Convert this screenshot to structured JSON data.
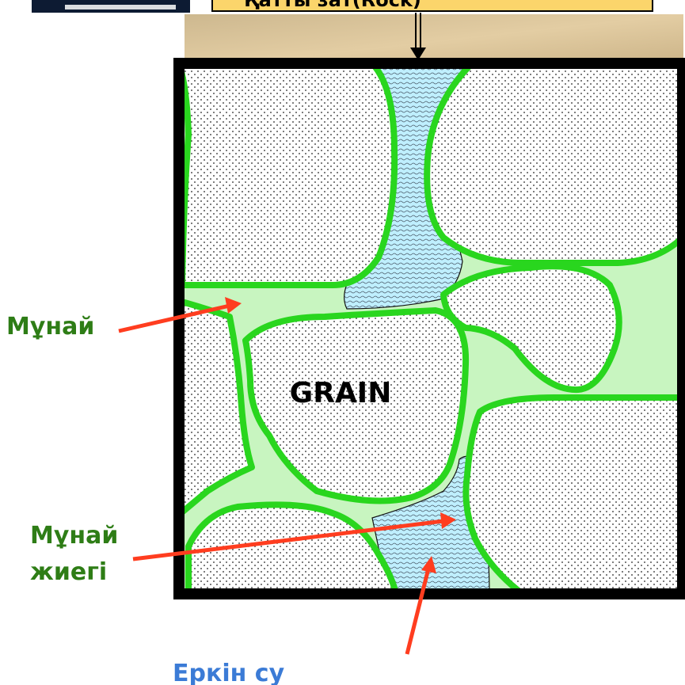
{
  "top_banner": {
    "text": "Қатты зат(Rock)",
    "bg_color": "#fbd56b"
  },
  "grain_label": "GRAIN",
  "labels": {
    "oil": "Мұнай",
    "oil_rim_line1": "Мұнай",
    "oil_rim_line2": "жиегі",
    "free_water": "Еркін су"
  },
  "colors": {
    "oil_text": "#2e7d16",
    "water_text": "#3b7bd6",
    "oil_fill": "#c8f5c0",
    "rim_stroke": "#29d61e",
    "water_fill": "#b8ecff",
    "arrow": "#ff3d1f",
    "frame": "#000000",
    "sand_texture": "#d9bf8f"
  },
  "icons": {
    "down_arrow": "double-line-down-arrow-icon",
    "pointer_arrows": "red-arrow-icon"
  }
}
